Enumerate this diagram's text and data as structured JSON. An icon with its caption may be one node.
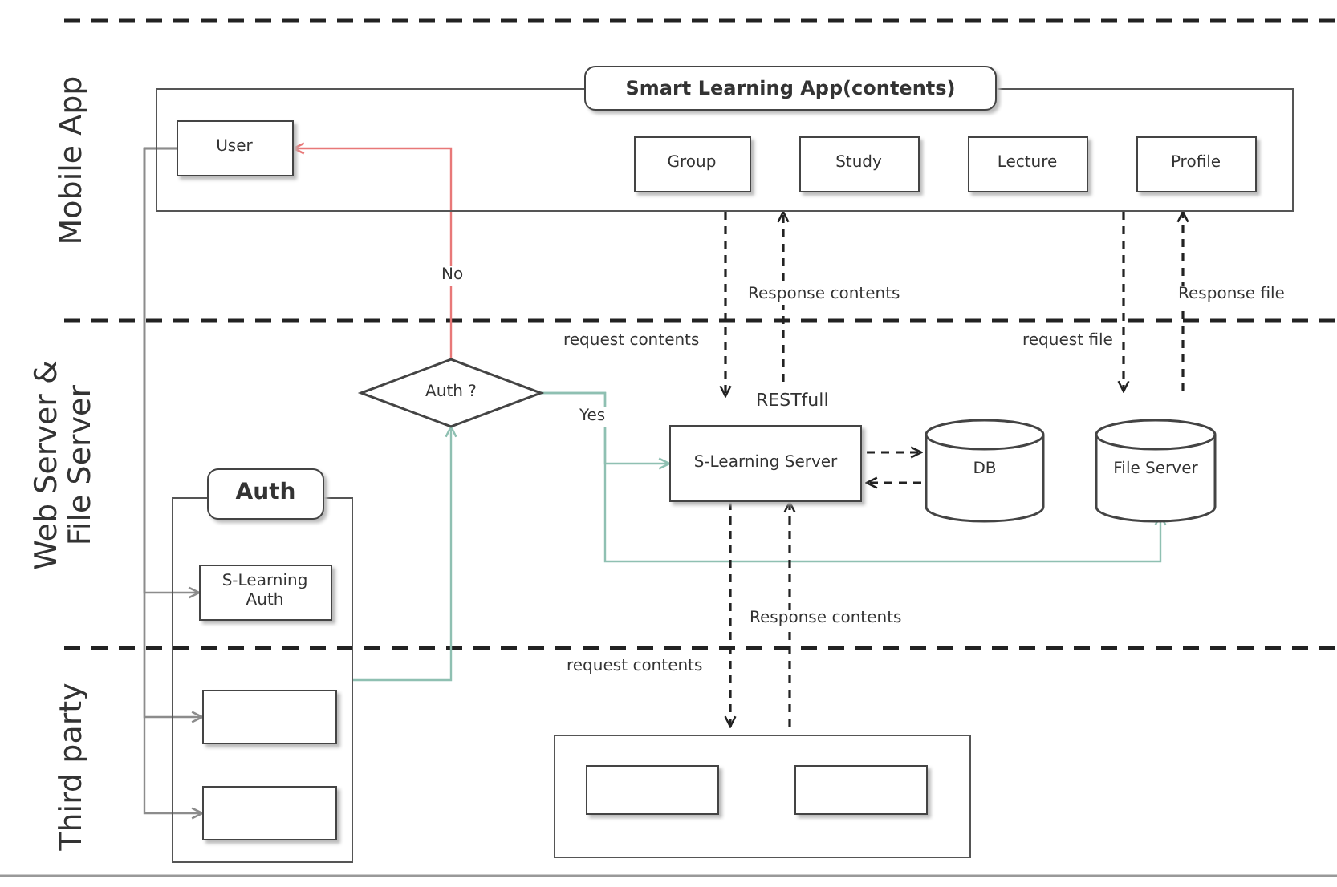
{
  "diagram": {
    "nodes": [
      {
        "text": [
          "Smart Learning App(contents)"
        ]
      },
      {
        "text": [
          "User"
        ],
        "in": 0
      },
      {
        "text": [
          "Group"
        ],
        "in": 0
      },
      {
        "text": [
          "Study"
        ],
        "in": 0
      },
      {
        "text": [
          "Lecture"
        ],
        "in": 0
      },
      {
        "text": [
          "Profile"
        ],
        "in": 0
      },
      {
        "text": [
          "Auth ?"
        ]
      },
      {
        "text": [
          "S-Learning Server"
        ]
      },
      {
        "text": [
          "DB"
        ]
      },
      {
        "text": [
          "File Server"
        ]
      },
      {
        "text": [
          "Auth"
        ]
      },
      {
        "text": [],
        "shape": "box"
      },
      {
        "text": [
          "S-Learning Auth"
        ],
        "in": 11
      },
      {
        "text": [],
        "shape": "box",
        "in": 11
      },
      {
        "text": [],
        "shape": "box",
        "in": 11
      },
      {
        "text": [],
        "shape": "box"
      },
      {
        "text": [],
        "shape": "box",
        "in": 15
      },
      {
        "text": [],
        "shape": "box",
        "in": 15
      }
    ],
    "edges": [
      {
        "from": 1,
        "to": 12,
        "arrow": "to",
        "color": "#8c8c8c"
      },
      {
        "from": 1,
        "to": 13,
        "arrow": "to",
        "color": "#8c8c8c"
      },
      {
        "from": 1,
        "to": 14,
        "arrow": "to",
        "color": "#8c8c8c"
      },
      {
        "from": 11,
        "to": 6,
        "arrow": "to",
        "color": "#8fc0b2"
      },
      {
        "from": 6,
        "to": 1,
        "arrow": "to",
        "label": "No",
        "color": "#e87878"
      },
      {
        "from": 6,
        "to": 7,
        "arrow": "to",
        "label": "Yes",
        "color": "#8fc0b2"
      },
      {
        "from": 6,
        "to": 9,
        "arrow": "to",
        "color": "#8fc0b2"
      },
      {
        "from": 0,
        "to": 7,
        "arrow": "to",
        "label": "request contents",
        "style": "dashed"
      },
      {
        "from": 7,
        "to": 0,
        "arrow": "to",
        "label": "Response contents",
        "style": "dashed"
      },
      {
        "from": 0,
        "to": 9,
        "arrow": "to",
        "label": "request file",
        "style": "dashed"
      },
      {
        "from": 9,
        "to": 0,
        "arrow": "to",
        "label": "Response file",
        "style": "dashed"
      },
      {
        "from": 7,
        "to": 8,
        "arrow": "to",
        "style": "dashed"
      },
      {
        "from": 8,
        "to": 7,
        "arrow": "to",
        "style": "dashed"
      },
      {
        "from": 7,
        "to": 15,
        "arrow": "to",
        "label": "request contents",
        "style": "dashed"
      },
      {
        "from": 15,
        "to": 7,
        "arrow": "to",
        "label": "Response contents",
        "style": "dashed"
      }
    ],
    "labels": [
      "Mobile App",
      "Web Server & File Server",
      "Third party",
      "RESTfull"
    ]
  }
}
